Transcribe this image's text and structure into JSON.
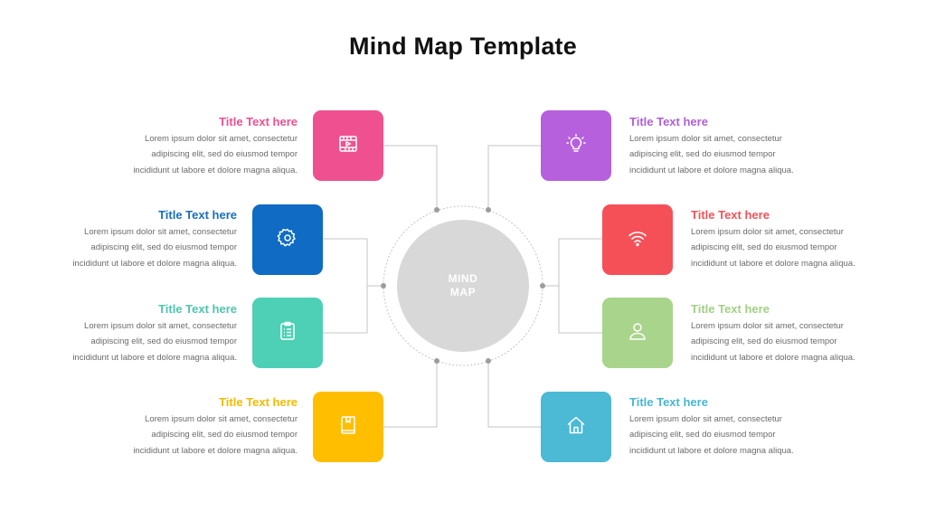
{
  "title": "Mind Map Template",
  "center": {
    "label": "MIND MAP"
  },
  "items": [
    {
      "title": "Title Text here",
      "color": "#ec5090",
      "tile_color": "#ef5190",
      "icon": "video-icon",
      "body": "Lorem ipsum dolor sit amet, consectetur adipiscing elit, sed do eiusmod tempor incididunt ut labore et dolore magna aliqua."
    },
    {
      "title": "Title Text here",
      "color": "#1a6fba",
      "tile_color": "#0f6bc3",
      "icon": "gear-icon",
      "body": "Lorem ipsum dolor sit amet, consectetur adipiscing elit, sed do eiusmod tempor incididunt ut labore et dolore magna aliqua."
    },
    {
      "title": "Title Text here",
      "color": "#4ec6ad",
      "tile_color": "#4dd0b5",
      "icon": "clipboard-icon",
      "body": "Lorem ipsum dolor sit amet, consectetur adipiscing elit, sed do eiusmod tempor incididunt ut labore et dolore magna aliqua."
    },
    {
      "title": "Title Text here",
      "color": "#f2bb00",
      "tile_color": "#ffbe00",
      "icon": "book-icon",
      "body": "Lorem ipsum dolor sit amet, consectetur adipiscing elit, sed do eiusmod tempor incididunt ut labore et dolore magna aliqua."
    },
    {
      "title": "Title Text here",
      "color": "#b05fd4",
      "tile_color": "#b660dd",
      "icon": "lightbulb-icon",
      "body": "Lorem ipsum dolor sit amet, consectetur adipiscing elit, sed do eiusmod tempor incididunt ut labore et dolore magna aliqua."
    },
    {
      "title": "Title Text here",
      "color": "#f1535a",
      "tile_color": "#f55058",
      "icon": "wifi-icon",
      "body": "Lorem ipsum dolor sit amet, consectetur adipiscing elit, sed do eiusmod tempor incididunt ut labore et dolore magna aliqua."
    },
    {
      "title": "Title Text here",
      "color": "#a3cf85",
      "tile_color": "#a8d48b",
      "icon": "user-icon",
      "body": "Lorem ipsum dolor sit amet, consectetur adipiscing elit, sed do eiusmod tempor incididunt ut labore et dolore magna aliqua."
    },
    {
      "title": "Title Text here",
      "color": "#48b6d2",
      "tile_color": "#4cb9d5",
      "icon": "home-icon",
      "body": "Lorem ipsum dolor sit amet, consectetur adipiscing elit, sed do eiusmod tempor incididunt ut labore et dolore magna aliqua."
    }
  ]
}
